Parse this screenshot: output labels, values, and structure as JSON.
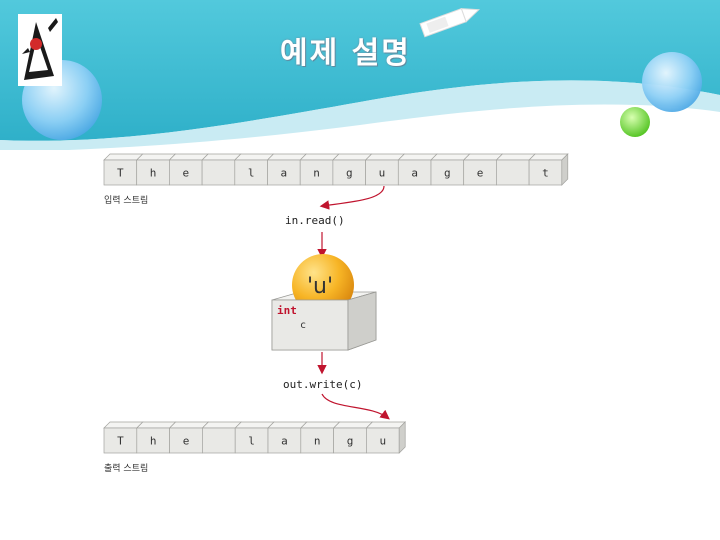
{
  "title": "예제 설명",
  "input_stream": {
    "label": "입력 스트림",
    "chars": [
      "T",
      "h",
      "e",
      "",
      "l",
      "a",
      "n",
      "g",
      "u",
      "a",
      "g",
      "e",
      "",
      "t"
    ]
  },
  "output_stream": {
    "label": "출력 스트림",
    "chars": [
      "T",
      "h",
      "e",
      "",
      "l",
      "a",
      "n",
      "g",
      "u"
    ]
  },
  "read_call": "in.read()",
  "write_call": "out.write(c)",
  "variable": {
    "value": "'u'",
    "type": "int",
    "name": "c"
  },
  "colors": {
    "header_teal": "#3fbcd2",
    "arrow": "#c0142e",
    "ball": "#f0a21b",
    "cell_front": "#e9e9e6"
  }
}
